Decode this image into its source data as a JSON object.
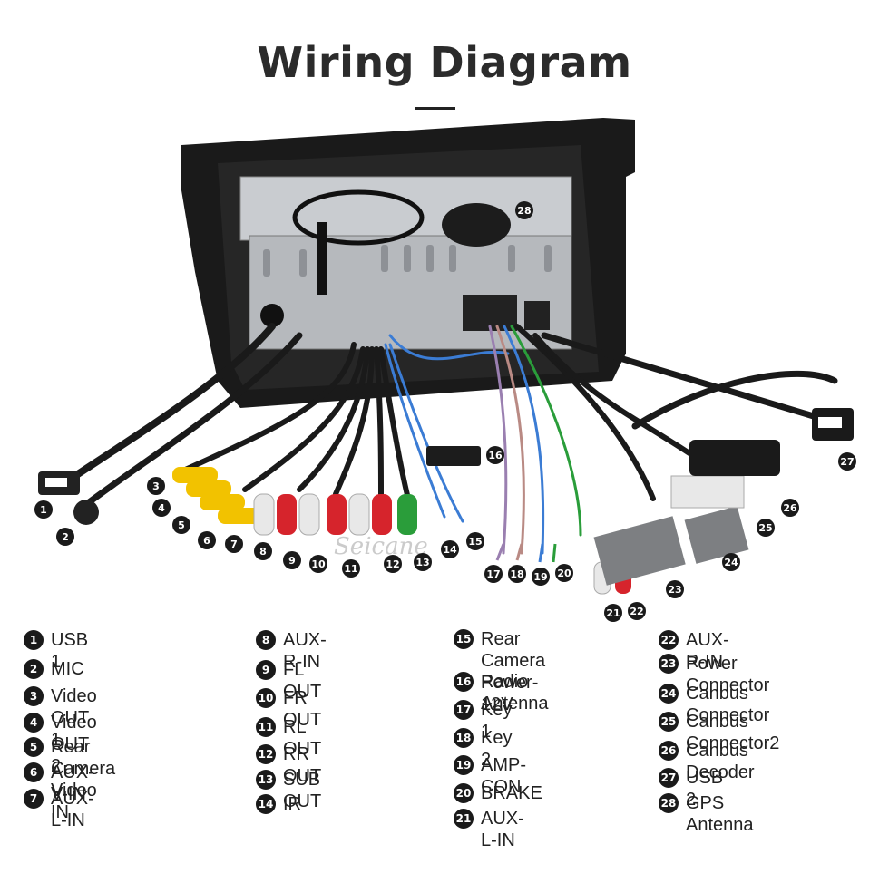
{
  "title": "Wiring Diagram",
  "watermark": "Seicane",
  "legend": [
    {
      "n": "1",
      "label": "USB 1"
    },
    {
      "n": "2",
      "label": "MIC"
    },
    {
      "n": "3",
      "label": "Video OUT 1"
    },
    {
      "n": "4",
      "label": "Video OUT 2"
    },
    {
      "n": "5",
      "label": "Rear Camera Video IN"
    },
    {
      "n": "6",
      "label": "AUX-V-IN"
    },
    {
      "n": "7",
      "label": "AUX-L-IN"
    },
    {
      "n": "8",
      "label": "AUX-R-IN"
    },
    {
      "n": "9",
      "label": "FL OUT"
    },
    {
      "n": "10",
      "label": "FR OUT"
    },
    {
      "n": "11",
      "label": "RL OUT"
    },
    {
      "n": "12",
      "label": "RR OUT"
    },
    {
      "n": "13",
      "label": "SUB OUT"
    },
    {
      "n": "14",
      "label": "IR"
    },
    {
      "n": "15",
      "label": "Rear Camera\nPower-12V"
    },
    {
      "n": "16",
      "label": "Radio Antenna"
    },
    {
      "n": "17",
      "label": "Key 1"
    },
    {
      "n": "18",
      "label": "Key 2"
    },
    {
      "n": "19",
      "label": "AMP-CON"
    },
    {
      "n": "20",
      "label": "BRAKE"
    },
    {
      "n": "21",
      "label": "AUX-L-IN"
    },
    {
      "n": "22",
      "label": "AUX-R-IN"
    },
    {
      "n": "23",
      "label": "Power Connector"
    },
    {
      "n": "24",
      "label": "Canbus Connector"
    },
    {
      "n": "25",
      "label": "Canbus Connector2"
    },
    {
      "n": "26",
      "label": "Canbus Decoder"
    },
    {
      "n": "27",
      "label": "USB 2"
    },
    {
      "n": "28",
      "label": "GPS Antenna"
    }
  ],
  "callouts": [
    "1",
    "2",
    "3",
    "4",
    "5",
    "6",
    "7",
    "8",
    "9",
    "10",
    "11",
    "12",
    "13",
    "14",
    "15",
    "16",
    "17",
    "18",
    "19",
    "20",
    "21",
    "22",
    "23",
    "24",
    "25",
    "26",
    "27",
    "28"
  ],
  "colors": {
    "badge": "#1a1a1a",
    "video_rca": "#f2c200",
    "audio_red": "#d6242c",
    "audio_white": "#e8e8e8",
    "sub_green": "#2a9d3a",
    "frame": "#1c1c1c",
    "chassis": "#b9bcc0"
  }
}
